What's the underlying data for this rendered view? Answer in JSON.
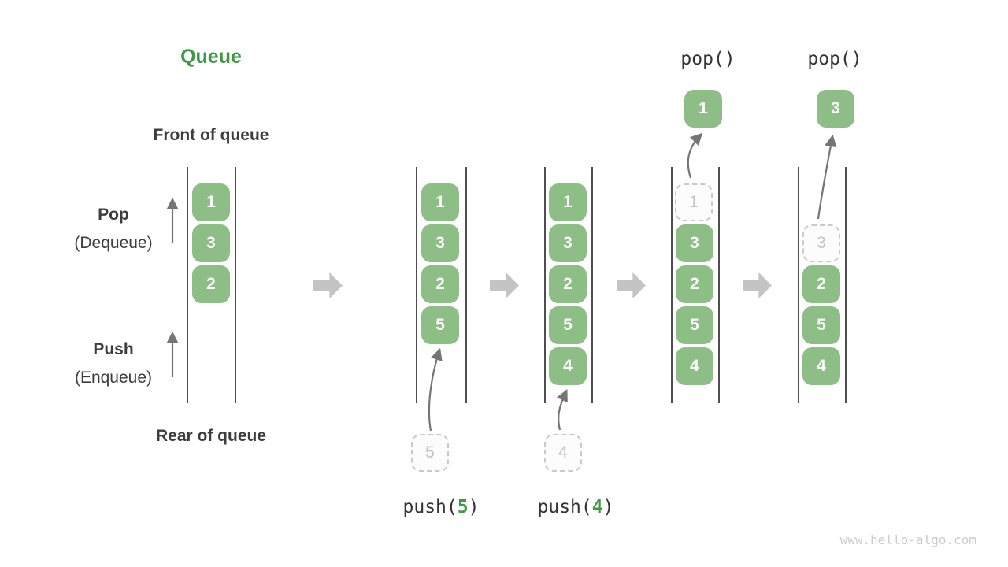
{
  "title": "Queue",
  "labels": {
    "front_of_queue": "Front of queue",
    "rear_of_queue": "Rear of queue",
    "pop": "Pop",
    "pop_alias": "(Dequeue)",
    "push": "Push",
    "push_alias": "(Enqueue)"
  },
  "queue_states": [
    {
      "cells": [
        {
          "v": "1"
        },
        {
          "v": "3"
        },
        {
          "v": "2"
        }
      ]
    },
    {
      "cells": [
        {
          "v": "1"
        },
        {
          "v": "3"
        },
        {
          "v": "2"
        },
        {
          "v": "5"
        }
      ]
    },
    {
      "cells": [
        {
          "v": "1"
        },
        {
          "v": "3"
        },
        {
          "v": "2"
        },
        {
          "v": "5"
        },
        {
          "v": "4"
        }
      ]
    },
    {
      "cells": [
        {
          "v": "1",
          "state": "popped"
        },
        {
          "v": "3"
        },
        {
          "v": "2"
        },
        {
          "v": "5"
        },
        {
          "v": "4"
        }
      ]
    },
    {
      "cells": [
        {
          "v": "3",
          "state": "popped"
        },
        {
          "v": "2"
        },
        {
          "v": "5"
        },
        {
          "v": "4"
        }
      ]
    }
  ],
  "pop_operations": [
    {
      "call": "pop()",
      "popped_value": "1"
    },
    {
      "call": "pop()",
      "popped_value": "3"
    }
  ],
  "push_operations": [
    {
      "call_prefix": "push(",
      "value": "5",
      "call_suffix": ")",
      "incoming_value": "5"
    },
    {
      "call_prefix": "push(",
      "value": "4",
      "call_suffix": ")",
      "incoming_value": "4"
    }
  ],
  "watermark": "www.hello-algo.com",
  "colors": {
    "accent_green": "#3f9b43",
    "cell_green": "#8cbe86",
    "block_arrow_gray": "#c4c4c4",
    "thin_arrow_gray": "#757575"
  }
}
